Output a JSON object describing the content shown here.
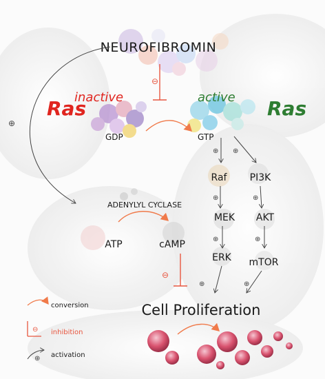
{
  "title": "NEUROFIBROMIN",
  "ras_inactive": {
    "word": "Ras",
    "state": "inactive",
    "nucleotide": "GDP"
  },
  "ras_active": {
    "word": "Ras",
    "state": "active",
    "nucleotide": "GTP"
  },
  "pathway": {
    "raf": "Raf",
    "mek": "MEK",
    "erk": "ERK",
    "pi3k": "PI3K",
    "akt": "AKT",
    "mtor": "mTOR"
  },
  "camp_branch": {
    "enzyme": "ADENYLYL CYCLASE",
    "substrate": "ATP",
    "product": "cAMP"
  },
  "outcome": "Cell Proliferation",
  "symbols": {
    "activation": "⊕",
    "inhibition": "⊖"
  },
  "legend": {
    "conversion": "conversion",
    "inhibition": "inhibition",
    "activation": "activation"
  },
  "colors": {
    "inactive_red": "#e0251f",
    "active_green": "#2e7d32",
    "arrow_orange": "#f07a4a",
    "inhibit_red": "#e8563f",
    "text": "#1a1a1a",
    "cell_pink": "#d9536f"
  }
}
